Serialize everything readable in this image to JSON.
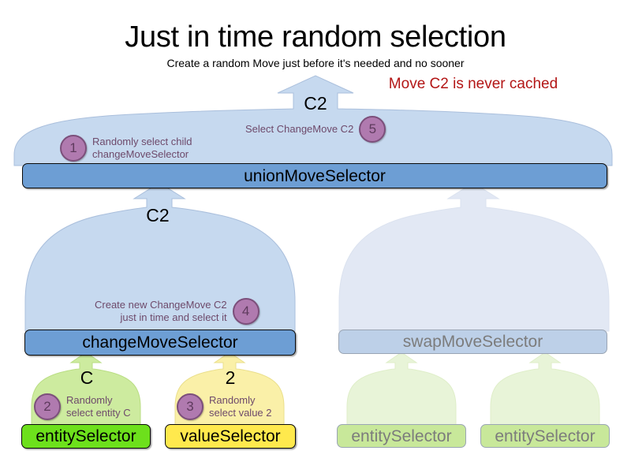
{
  "header": {
    "title": "Just in time random selection",
    "subtitle": "Create a random Move just before it's needed and no sooner",
    "note": "Move C2 is never cached",
    "note_color": "#b31616"
  },
  "diagram": {
    "type": "move-selector-tree",
    "nodes": [
      {
        "id": "unionMoveSelector",
        "label": "unionMoveSelector",
        "state": "active",
        "color": "#6d9ed4"
      },
      {
        "id": "changeMoveSelector",
        "label": "changeMoveSelector",
        "state": "active",
        "color": "#6d9ed4"
      },
      {
        "id": "swapMoveSelector",
        "label": "swapMoveSelector",
        "state": "faded",
        "color": "#bdd0e8"
      },
      {
        "id": "entitySelectorLeft",
        "label": "entitySelector",
        "state": "active",
        "color": "#6de01c"
      },
      {
        "id": "valueSelector",
        "label": "valueSelector",
        "state": "active",
        "color": "#ffe94d"
      },
      {
        "id": "entitySelectorRight1",
        "label": "entitySelector",
        "state": "faded",
        "color": "#c8e89a"
      },
      {
        "id": "entitySelectorRight2",
        "label": "entitySelector",
        "state": "faded",
        "color": "#c8e89a"
      }
    ],
    "flow_labels": {
      "union_out": "C2",
      "change_out": "C2",
      "entity_out": "C",
      "value_out": "2"
    },
    "steps": [
      {
        "number": "1",
        "text": "Randomly select child\nchangeMoveSelector",
        "align": "ltr"
      },
      {
        "number": "5",
        "text": "Select ChangeMove C2",
        "align": "rtl"
      },
      {
        "number": "4",
        "text": "Create new ChangeMove C2\njust in time and select it",
        "align": "rtl"
      },
      {
        "number": "2",
        "text": "Randomly\nselect entity C",
        "align": "ltr"
      },
      {
        "number": "3",
        "text": "Randomly\nselect value 2",
        "align": "ltr"
      }
    ],
    "badge_color": "#b07aaf",
    "annotation_text_color": "#6e4a6b",
    "fan_colors": {
      "blue_active": "#c6d9ef",
      "blue_faded": "#e2e8f4",
      "green_active": "#cdeb9f",
      "green_faded": "#e8f4d8",
      "yellow_active": "#faf0a8"
    }
  }
}
